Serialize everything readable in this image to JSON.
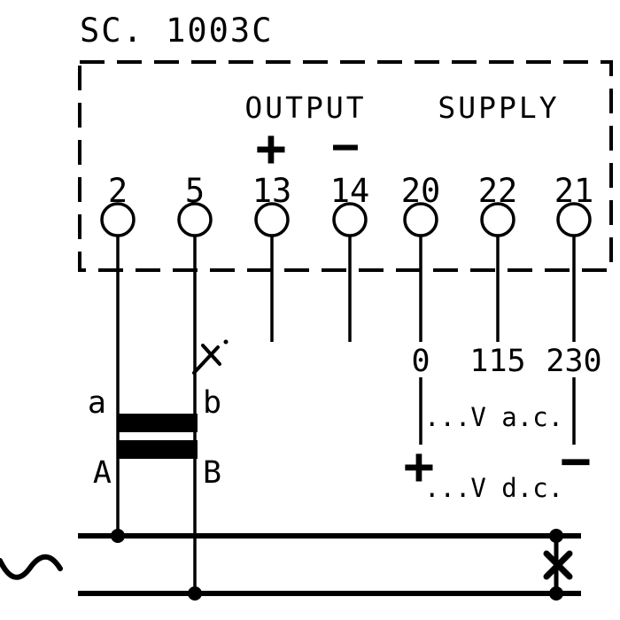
{
  "device": {
    "model_label": "SC. 1003C"
  },
  "panel": {
    "output_label": "OUTPUT",
    "supply_label": "SUPPLY",
    "output_polarity": {
      "plus": "+",
      "minus": "−"
    }
  },
  "terminals": [
    {
      "label": "2"
    },
    {
      "label": "5"
    },
    {
      "label": "13"
    },
    {
      "label": "14"
    },
    {
      "label": "20"
    },
    {
      "label": "22"
    },
    {
      "label": "21"
    }
  ],
  "supply": {
    "voltage_taps": [
      "0",
      "115",
      "230"
    ],
    "ac_line_label": "...V a.c.",
    "dc_line_label": "...V d.c.",
    "dc_polarity": {
      "plus": "+",
      "minus": "−"
    }
  },
  "transformer": {
    "secondary_left": "a",
    "secondary_right": "b",
    "primary_left": "A",
    "primary_right": "B"
  },
  "colors": {
    "ink": "#000000",
    "background": "#ffffff"
  }
}
